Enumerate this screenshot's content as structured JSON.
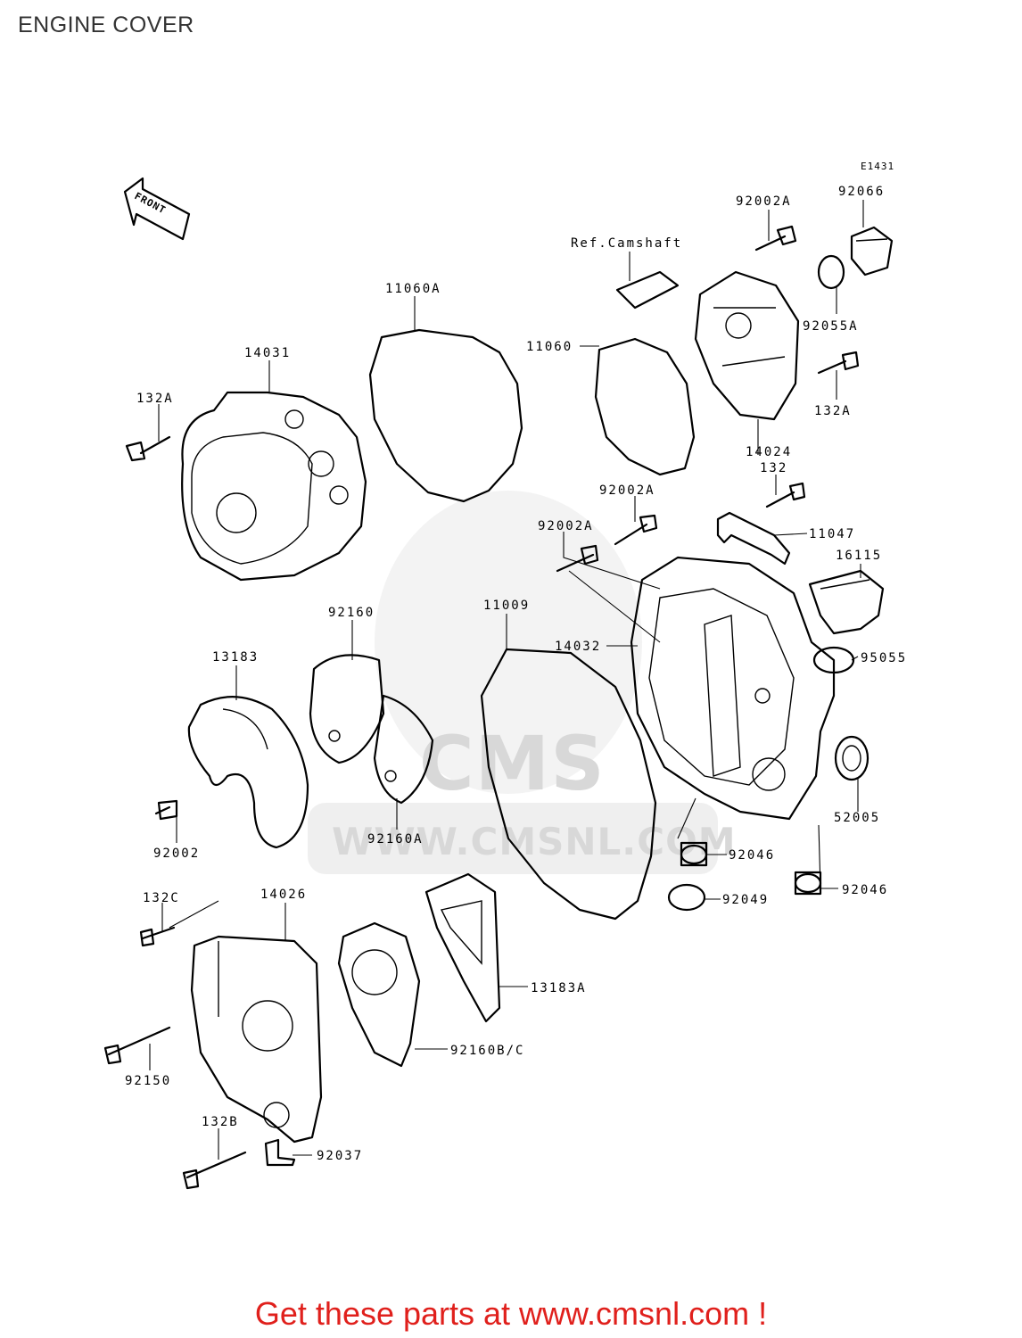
{
  "page": {
    "title": "ENGINE COVER",
    "footer": "Get these parts at www.cmsnl.com !"
  },
  "diagram": {
    "code": "E1431",
    "front_label": "FRONT",
    "watermark": {
      "brand": "CMS",
      "url": "WWW.CMSNL.COM"
    },
    "callouts": {
      "ref_camshaft": "Ref.Camshaft",
      "p92002A_top": "92002A",
      "p92066": "92066",
      "p92055A": "92055A",
      "p132A_right": "132A",
      "p11060A": "11060A",
      "p11060": "11060",
      "p14031": "14031",
      "p132A_left": "132A",
      "p14024": "14024",
      "p132": "132",
      "p92002A_mid": "92002A",
      "p11047": "11047",
      "p92002A_low": "92002A",
      "p16115": "16115",
      "p92160": "92160",
      "p11009": "11009",
      "p14032": "14032",
      "p95055": "95055",
      "p13183": "13183",
      "p52005": "52005",
      "p92002": "92002",
      "p92160A": "92160A",
      "p92046_a": "92046",
      "p92046_b": "92046",
      "p92049": "92049",
      "p132C": "132C",
      "p14026": "14026",
      "p13183A": "13183A",
      "p92160BC": "92160B/C",
      "p92150": "92150",
      "p132B": "132B",
      "p92037": "92037"
    }
  }
}
